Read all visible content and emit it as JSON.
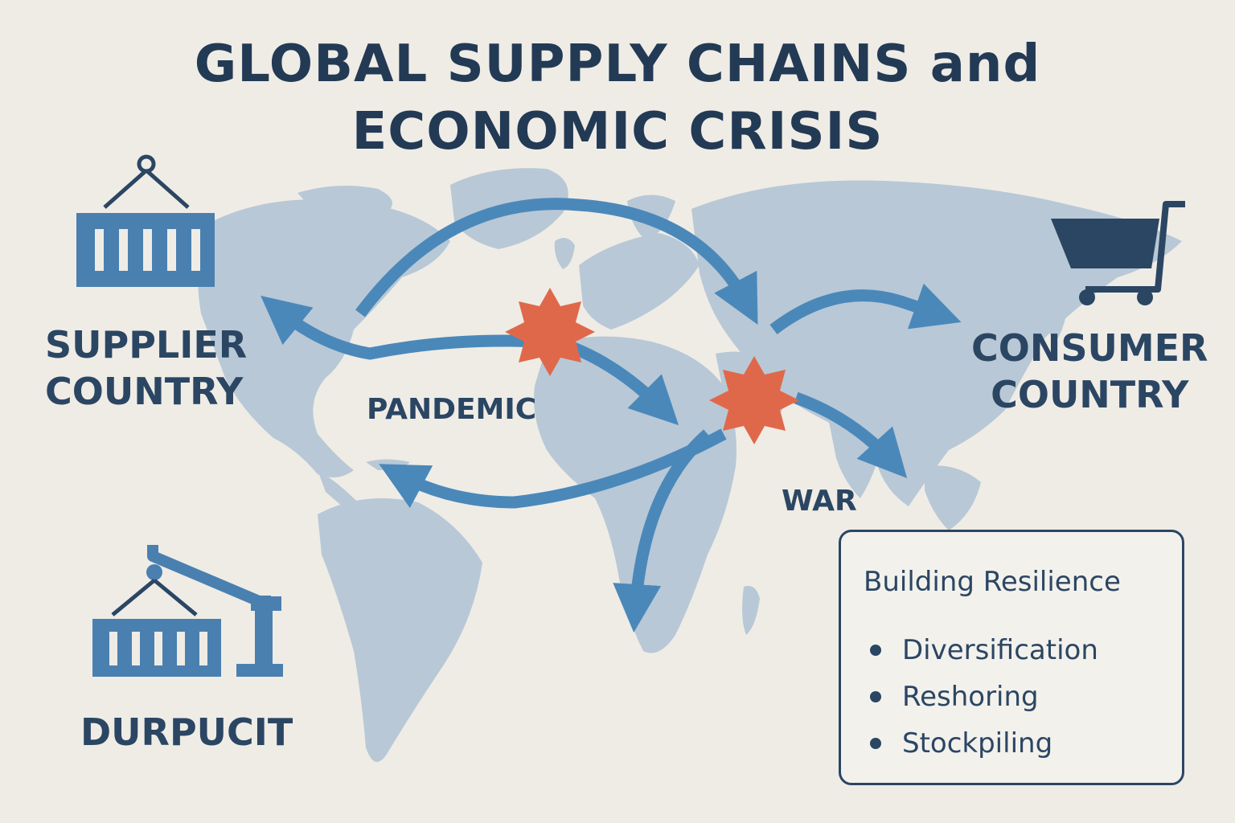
{
  "title": {
    "line1": "GLOBAL SUPPLY CHAINS and",
    "line2": "ECONOMIC CRISIS"
  },
  "labels": {
    "supplier_line1": "SUPPLIER",
    "supplier_line2": "COUNTRY",
    "consumer_line1": "CONSUMER",
    "consumer_line2": "COUNTRY",
    "pandemic": "PANDEMIC",
    "war": "WAR",
    "durpucit": "DURPUCIT"
  },
  "resilience": {
    "title": "Building Resilience",
    "items": [
      "Diversification",
      "Reshoring",
      "Stockpiling"
    ]
  },
  "icons": {
    "supplier": "shipping-container-icon",
    "consumer": "shopping-cart-icon",
    "durpucit": "port-crane-container-icon",
    "disruption": "explosion-burst-icon"
  },
  "colors": {
    "background": "#efece6",
    "map": "#b8c8d6",
    "arrow": "#4b88ba",
    "icon": "#4a80b0",
    "cart": "#2b4663",
    "burst": "#e0684a",
    "text": "#2b4663"
  }
}
